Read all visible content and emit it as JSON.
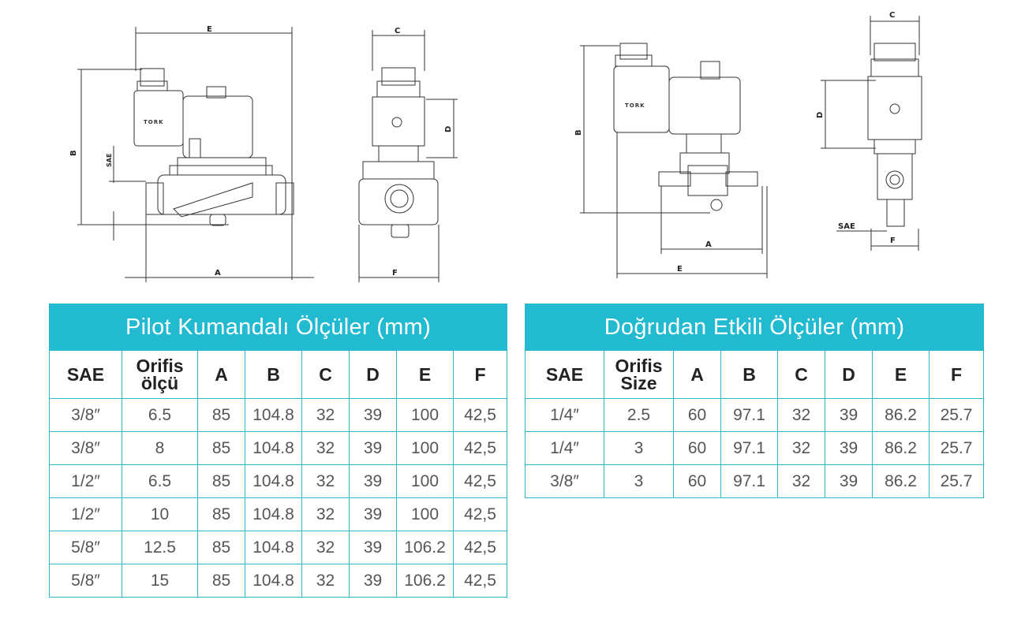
{
  "drawings": {
    "pilot_front": {
      "label_E": "E",
      "label_B": "B",
      "label_SAE": "SAE",
      "label_A": "A",
      "logo": "TORK"
    },
    "pilot_side": {
      "label_C": "C",
      "label_D": "D",
      "label_F": "F"
    },
    "direct_front": {
      "label_B": "B",
      "label_A": "A",
      "label_E": "E",
      "logo": "TORK"
    },
    "direct_side": {
      "label_C": "C",
      "label_D": "D",
      "label_SAE": "SAE",
      "label_F": "F"
    }
  },
  "tables": {
    "pilot": {
      "title": "Pilot Kumandalı Ölçüler (mm)",
      "headers": [
        "SAE",
        "Orifis ölçü",
        "A",
        "B",
        "C",
        "D",
        "E",
        "F"
      ],
      "rows": [
        [
          "3/8″",
          "6.5",
          "85",
          "104.8",
          "32",
          "39",
          "100",
          "42,5"
        ],
        [
          "3/8″",
          "8",
          "85",
          "104.8",
          "32",
          "39",
          "100",
          "42,5"
        ],
        [
          "1/2″",
          "6.5",
          "85",
          "104.8",
          "32",
          "39",
          "100",
          "42,5"
        ],
        [
          "1/2″",
          "10",
          "85",
          "104.8",
          "32",
          "39",
          "100",
          "42,5"
        ],
        [
          "5/8″",
          "12.5",
          "85",
          "104.8",
          "32",
          "39",
          "106.2",
          "42,5"
        ],
        [
          "5/8″",
          "15",
          "85",
          "104.8",
          "32",
          "39",
          "106.2",
          "42,5"
        ]
      ]
    },
    "direct": {
      "title": "Doğrudan Etkili Ölçüler (mm)",
      "headers": [
        "SAE",
        "Orifis Size",
        "A",
        "B",
        "C",
        "D",
        "E",
        "F"
      ],
      "rows": [
        [
          "1/4″",
          "2.5",
          "60",
          "97.1",
          "32",
          "39",
          "86.2",
          "25.7"
        ],
        [
          "1/4″",
          "3",
          "60",
          "97.1",
          "32",
          "39",
          "86.2",
          "25.7"
        ],
        [
          "3/8″",
          "3",
          "60",
          "97.1",
          "32",
          "39",
          "86.2",
          "25.7"
        ]
      ]
    }
  },
  "colors": {
    "header_bg": "#21bad0",
    "border": "#2bb5cf"
  }
}
